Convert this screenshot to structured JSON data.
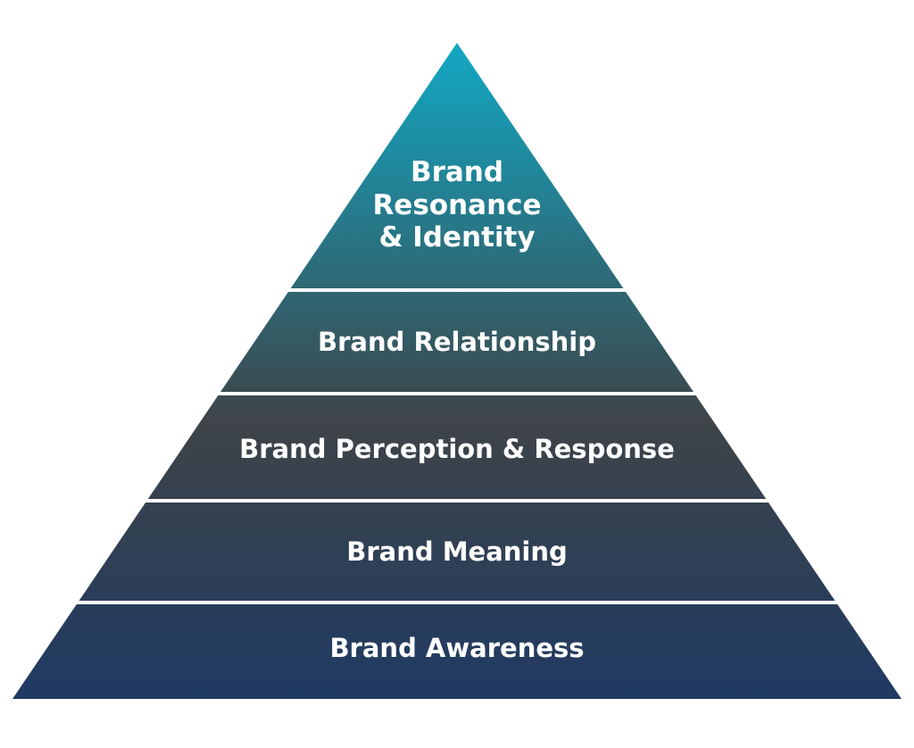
{
  "pyramid": {
    "gradient": {
      "top_color": "#12a8c4",
      "mid_color": "#3e4448",
      "bottom_color": "#1f3a63"
    },
    "separator_color": "#ffffff",
    "tiers": [
      {
        "lines": [
          "Brand",
          "Resonance",
          "& Identity"
        ]
      },
      {
        "lines": [
          "Brand Relationship"
        ]
      },
      {
        "lines": [
          "Brand Perception & Response"
        ]
      },
      {
        "lines": [
          "Brand Meaning"
        ]
      },
      {
        "lines": [
          "Brand Awareness"
        ]
      }
    ]
  }
}
